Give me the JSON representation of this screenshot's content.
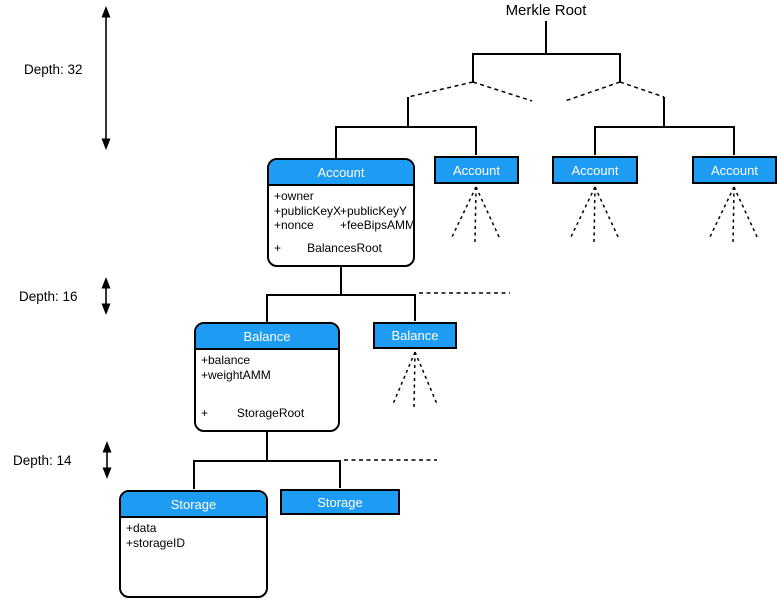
{
  "title": "Merkle Root",
  "colors": {
    "node_fill": "#1E9BF2",
    "node_border": "#000000",
    "node_header_text": "#FFFFFF",
    "line": "#000000",
    "background": "#FFFFFF"
  },
  "depth_labels": [
    {
      "label": "Depth: 32"
    },
    {
      "label": "Depth: 16"
    },
    {
      "label": "Depth: 14"
    }
  ],
  "nodes": {
    "account_main": {
      "title": "Account",
      "rows": [
        {
          "left": "+owner",
          "right": ""
        },
        {
          "left": "+publicKeyX",
          "right": "+publicKeyY"
        },
        {
          "left": "+nonce",
          "right": "+feeBipsAMM"
        }
      ],
      "root_row": {
        "prefix": "+",
        "label": "BalancesRoot"
      }
    },
    "account_leaves": [
      {
        "title": "Account"
      },
      {
        "title": "Account"
      },
      {
        "title": "Account"
      }
    ],
    "balance_main": {
      "title": "Balance",
      "rows": [
        {
          "left": "+balance"
        },
        {
          "left": "+weightAMM"
        }
      ],
      "root_row": {
        "prefix": "+",
        "label": "StorageRoot"
      }
    },
    "balance_leaf": {
      "title": "Balance"
    },
    "storage_main": {
      "title": "Storage",
      "rows": [
        {
          "left": "+data"
        },
        {
          "left": "+storageID"
        }
      ]
    },
    "storage_leaf": {
      "title": "Storage"
    }
  }
}
